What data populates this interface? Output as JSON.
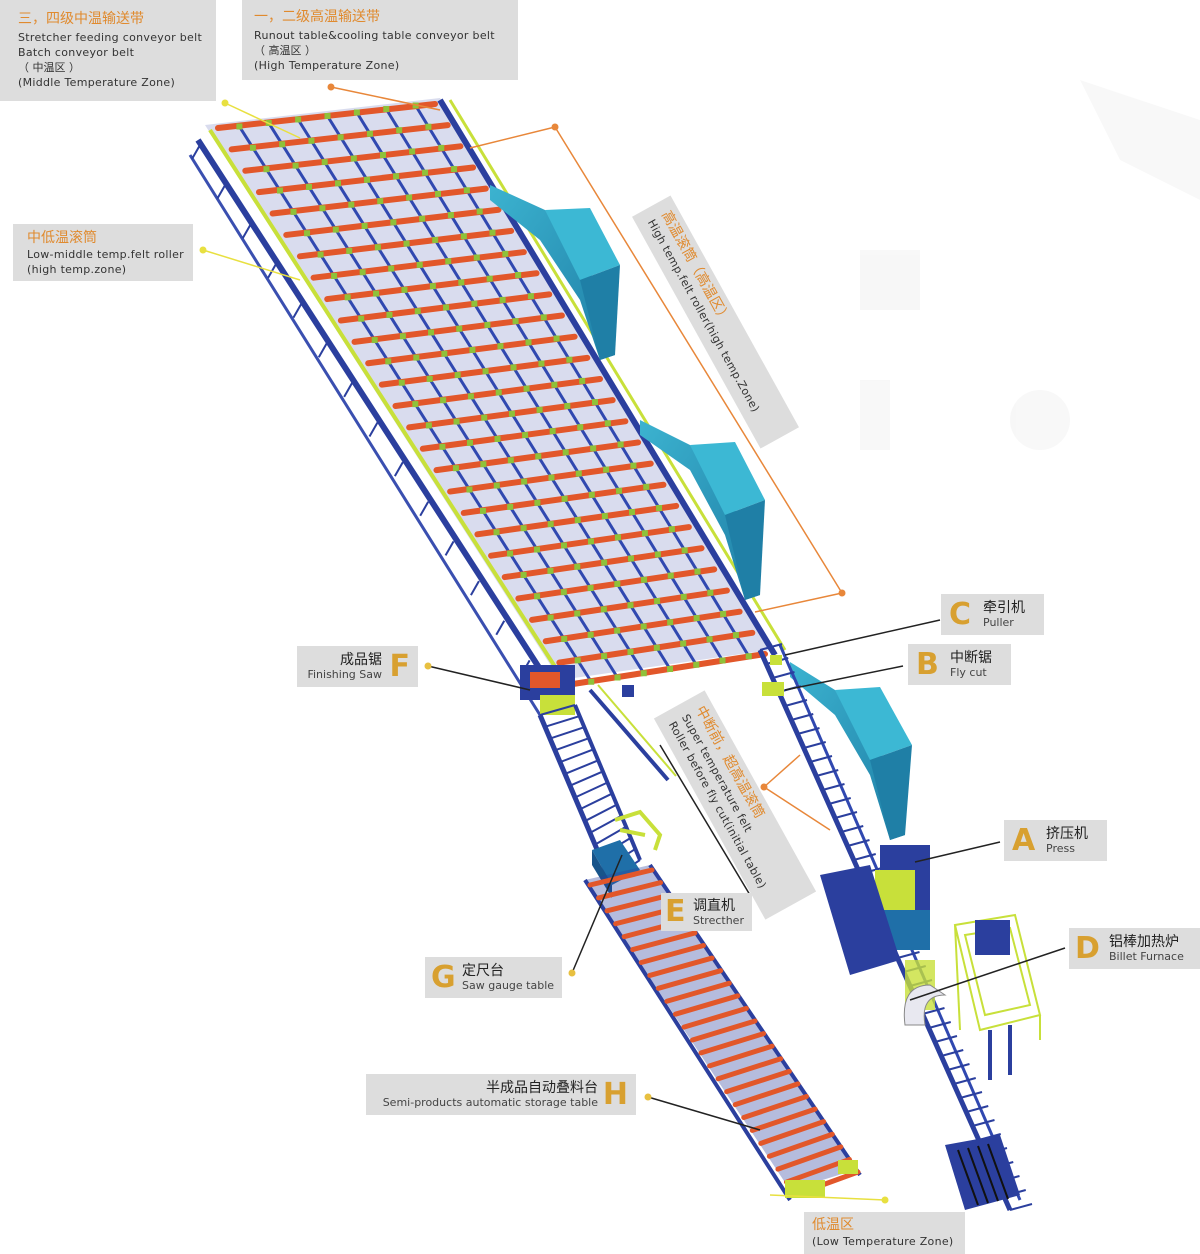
{
  "callouts": {
    "middle_zone": {
      "title": "三，四级中温输送带",
      "line1": "Stretcher feeding conveyor belt",
      "line2": "Batch conveyor belt",
      "line3": "（ 中温区 ）",
      "line4": "(Middle Temperature Zone)"
    },
    "high_zone": {
      "title": "一，二级高温输送带",
      "line1": "Runout table&cooling table conveyor belt",
      "line2": "（ 高温区 ）",
      "line3": "(High Temperature Zone)"
    },
    "low_middle_roller": {
      "title": "中低温滚筒",
      "line1": "Low-middle temp.felt roller",
      "line2": "(high temp.zone)"
    },
    "high_roller": {
      "title": "高温滚筒（高温区）",
      "line1": "High temp.felt roller(high temp.Zone)"
    },
    "super_roller": {
      "title": "中断前，超高温滚筒",
      "line1": "Super temperature felt",
      "line2": "Roller before fly cut(initial table)"
    },
    "low_zone": {
      "title": "低温区",
      "line1": "(Low Temperature Zone)"
    }
  },
  "stations": {
    "A": {
      "letter": "A",
      "cn": "挤压机",
      "en": "Press"
    },
    "B": {
      "letter": "B",
      "cn": "中断锯",
      "en": "Fly cut"
    },
    "C": {
      "letter": "C",
      "cn": "牵引机",
      "en": "Puller"
    },
    "D": {
      "letter": "D",
      "cn": "铝棒加热炉",
      "en": "Billet Furnace"
    },
    "E": {
      "letter": "E",
      "cn": "调直机",
      "en": "Strecther"
    },
    "F": {
      "letter": "F",
      "cn": "成品锯",
      "en": "Finishing Saw"
    },
    "G": {
      "letter": "G",
      "cn": "定尺台",
      "en": "Saw gauge table"
    },
    "H": {
      "letter": "H",
      "cn": "半成品自动叠料台",
      "en": "Semi-products automatic storage table"
    }
  },
  "colors": {
    "frame_blue": "#2b3f9e",
    "belt_orange": "#e2572a",
    "cover_cyan": "#2fa3c4",
    "accent_green": "#c8e03a",
    "leader_yellow": "#e8e040",
    "leader_orange": "#e8873a",
    "letter_gold": "#d8a030",
    "label_bg": "#dddddd"
  }
}
